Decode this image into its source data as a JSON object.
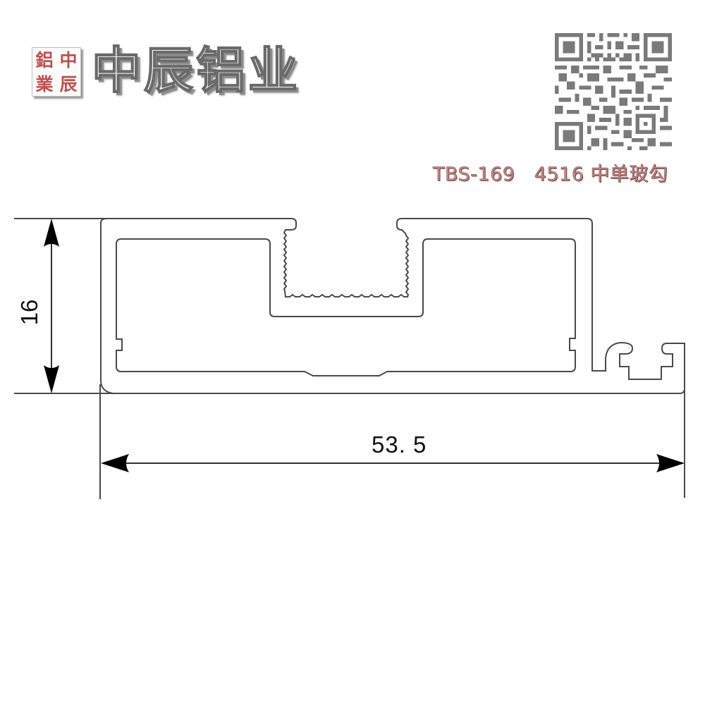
{
  "header": {
    "seal_chars": [
      "鋁",
      "中",
      "業",
      "辰"
    ],
    "brand_name": "中辰铝业",
    "qr_icon": "qr-code-icon"
  },
  "product": {
    "model_code": "TBS-169   4516 中单玻勾"
  },
  "drawing": {
    "type": "aluminum-profile-cross-section",
    "dimensions": {
      "height_label": "16",
      "width_label": "53. 5"
    },
    "colors": {
      "line": "#4a4a4a",
      "arrow": "#000000",
      "seal_red": "#c0504d",
      "model_text": "#c48a88"
    }
  }
}
